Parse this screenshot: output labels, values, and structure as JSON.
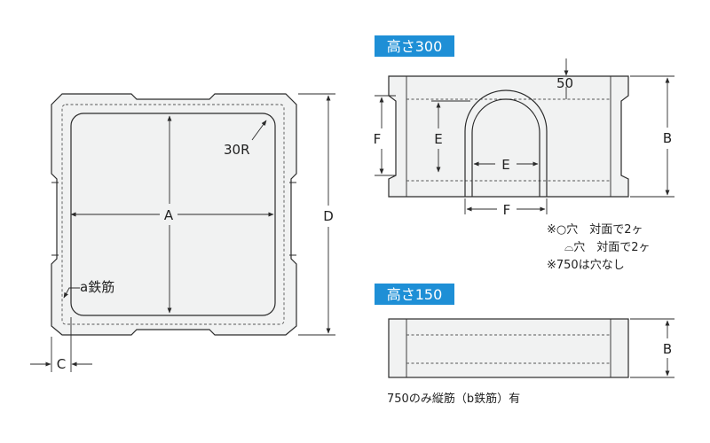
{
  "colors": {
    "badge": "#1e8fd6",
    "outline": "#2b2b2b",
    "fill": "#f1f2f2"
  },
  "plan_view": {
    "label_a": "A",
    "label_d": "D",
    "label_c": "C",
    "label_radius": "30R",
    "label_rebar": "a鉄筋"
  },
  "front_view_300": {
    "badge": "高さ300",
    "label_50": "50",
    "label_f_left": "F",
    "label_e_left": "E",
    "label_e_inner": "E",
    "label_f_bottom": "F",
    "label_b": "B",
    "notes": [
      "※○穴　対面で2ヶ",
      "⌓穴　対面で2ヶ",
      "※750は穴なし"
    ]
  },
  "front_view_150": {
    "badge": "高さ150",
    "label_b": "B",
    "note": "750のみ縦筋（b鉄筋）有"
  }
}
